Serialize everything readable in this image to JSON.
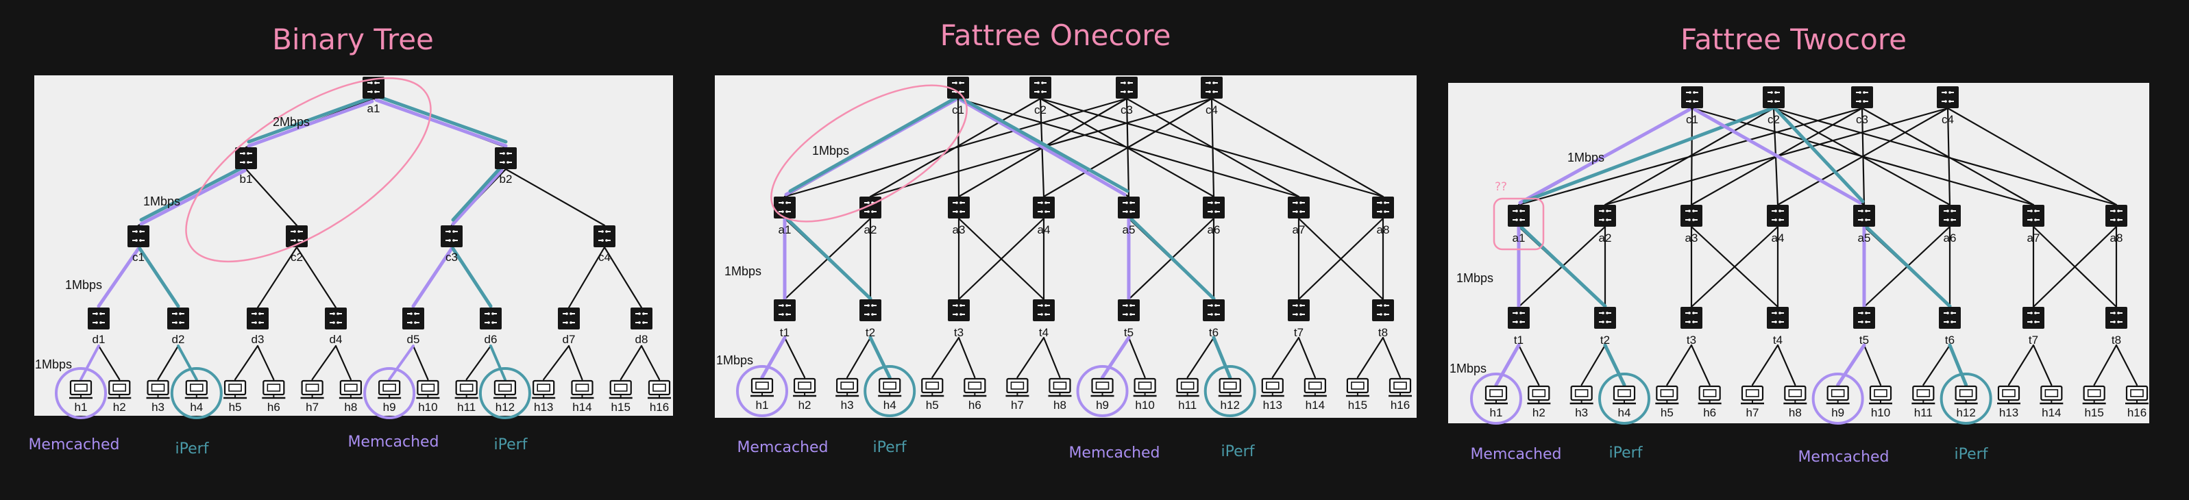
{
  "colors": {
    "background": "#141414",
    "panel": "#efefef",
    "link": "#111111",
    "title": "#f08bb3",
    "memcached": "#a98ef0",
    "iperf": "#4a9aa8",
    "highlight": "#f58fb1"
  },
  "icons": {
    "switch": "switch-icon",
    "host": "computer-monitor-icon"
  },
  "panels": [
    {
      "id": "binary",
      "title": "Binary Tree",
      "labels": {
        "core": [
          "a1"
        ],
        "agg": [
          "b1",
          "b2"
        ],
        "edge1": [
          "c1",
          "c2",
          "c3",
          "c4"
        ],
        "edge2": [
          "d1",
          "d2",
          "d3",
          "d4",
          "d5",
          "d6",
          "d7",
          "d8"
        ],
        "hosts": [
          "h1",
          "h2",
          "h3",
          "h4",
          "h5",
          "h6",
          "h7",
          "h8",
          "h9",
          "h10",
          "h11",
          "h12",
          "h13",
          "h14",
          "h15",
          "h16"
        ]
      },
      "bandwidth": [
        "2Mbps",
        "1Mbps",
        "1Mbps",
        "1Mbps"
      ],
      "annotations": [
        "Memcached",
        "iPerf",
        "Memcached",
        "iPerf"
      ]
    },
    {
      "id": "onecore",
      "title": "Fattree Onecore",
      "labels": {
        "core": [
          "c1",
          "c2",
          "c3",
          "c4"
        ],
        "agg": [
          "a1",
          "a2",
          "a3",
          "a4",
          "a5",
          "a6",
          "a7",
          "a8"
        ],
        "edge": [
          "t1",
          "t2",
          "t3",
          "t4",
          "t5",
          "t6",
          "t7",
          "t8"
        ],
        "hosts": [
          "h1",
          "h2",
          "h3",
          "h4",
          "h5",
          "h6",
          "h7",
          "h8",
          "h9",
          "h10",
          "h11",
          "h12",
          "h13",
          "h14",
          "h15",
          "h16"
        ]
      },
      "bandwidth": [
        "1Mbps",
        "1Mbps",
        "1Mbps"
      ],
      "annotations": [
        "Memcached",
        "iPerf",
        "Memcached",
        "iPerf"
      ]
    },
    {
      "id": "twocore",
      "title": "Fattree Twocore",
      "labels": {
        "core": [
          "c1",
          "c2",
          "c3",
          "c4"
        ],
        "agg": [
          "a1",
          "a2",
          "a3",
          "a4",
          "a5",
          "a6",
          "a7",
          "a8"
        ],
        "edge": [
          "t1",
          "t2",
          "t3",
          "t4",
          "t5",
          "t6",
          "t7",
          "t8"
        ],
        "hosts": [
          "h1",
          "h2",
          "h3",
          "h4",
          "h5",
          "h6",
          "h7",
          "h8",
          "h9",
          "h10",
          "h11",
          "h12",
          "h13",
          "h14",
          "h15",
          "h16"
        ]
      },
      "bandwidth": [
        "1Mbps",
        "1Mbps",
        "1Mbps"
      ],
      "note": "??",
      "annotations": [
        "Memcached",
        "iPerf",
        "Memcached",
        "iPerf"
      ]
    }
  ]
}
